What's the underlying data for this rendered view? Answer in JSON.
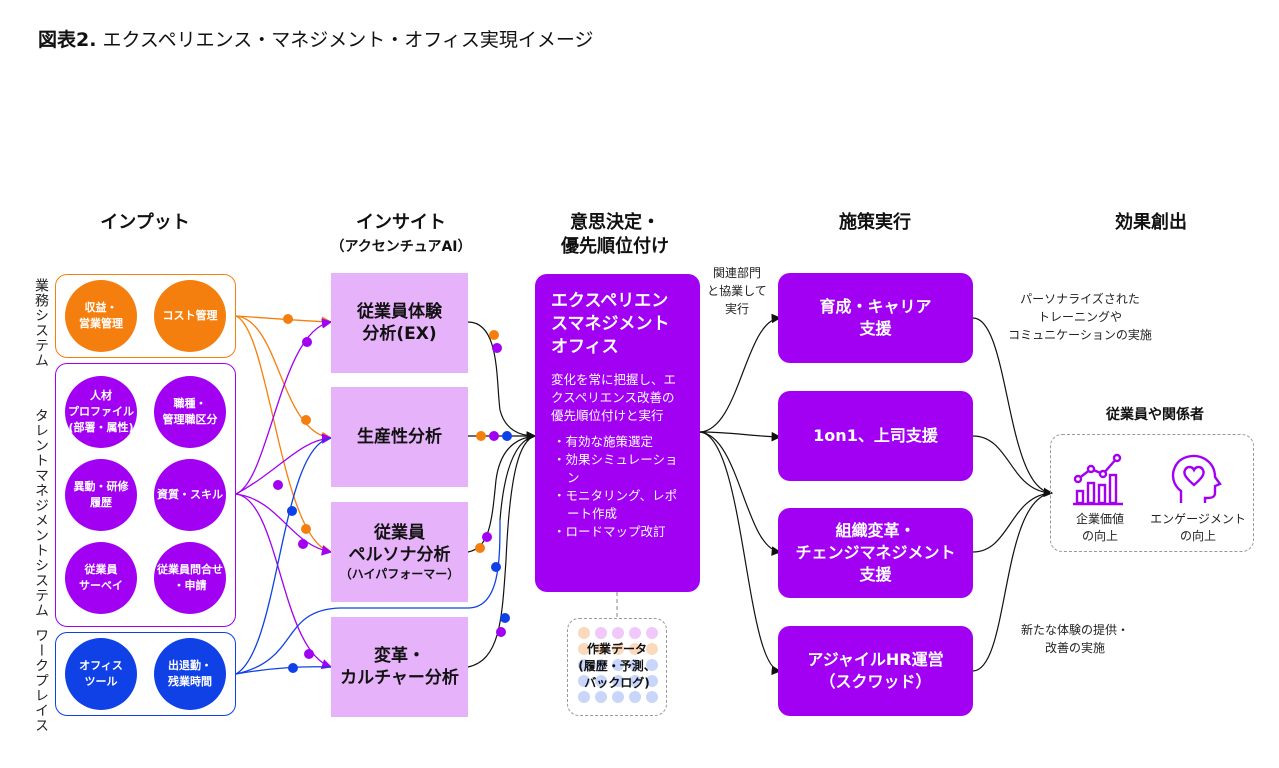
{
  "title": {
    "prefix": "図表2.",
    "text": "エクスペリエンス・マネジメント・オフィス実現イメージ"
  },
  "columns": {
    "input": "インプット",
    "insight": "インサイト",
    "insight_sub": "（アクセンチュアAI）",
    "decision_line1": "意思決定・",
    "decision_line2": "優先順位付け",
    "execution": "施策実行",
    "effect": "効果創出"
  },
  "input_groups": [
    {
      "label": "業務システム",
      "color": "#f57f0e",
      "items": [
        [
          "収益・",
          "営業管理"
        ],
        [
          "コスト管理"
        ]
      ]
    },
    {
      "label": "タレントマネジメントシステム",
      "color": "#a100f2",
      "items": [
        [
          "人材",
          "プロファイル",
          "(部署・属性)"
        ],
        [
          "職種・",
          "管理職区分"
        ],
        [
          "異動・研修",
          "履歴"
        ],
        [
          "資質・スキル"
        ],
        [
          "従業員",
          "サーベイ"
        ],
        [
          "従業員問合せ",
          "・申請"
        ]
      ]
    },
    {
      "label": "ワークプレイス",
      "color": "#0f41e6",
      "items": [
        [
          "オフィス",
          "ツール"
        ],
        [
          "出退勤・",
          "残業時間"
        ]
      ]
    }
  ],
  "insights": [
    {
      "lines": [
        "従業員体験",
        "分析(EX)"
      ],
      "sub": ""
    },
    {
      "lines": [
        "生産性分析"
      ],
      "sub": ""
    },
    {
      "lines": [
        "従業員",
        "ペルソナ分析"
      ],
      "sub": "（ハイパフォーマー）"
    },
    {
      "lines": [
        "変革・",
        "カルチャー分析"
      ],
      "sub": ""
    }
  ],
  "office": {
    "title_lines": [
      "エクスペリエン",
      "スマネジメント",
      "オフィス"
    ],
    "description": "変化を常に把握し、エクスペリエンス改善の優先順位付けと実行",
    "bullets": [
      "有効な施策選定",
      "効果シミュレーション",
      "モニタリング、レポート作成",
      "ロードマップ改訂"
    ]
  },
  "work_data": {
    "lines": [
      "作業データ",
      "(履歴・予測、",
      "バックログ)"
    ]
  },
  "collab_note": [
    "関連部門",
    "と協業して",
    "実行"
  ],
  "measures": [
    {
      "lines": [
        "育成・キャリア",
        "支援"
      ]
    },
    {
      "lines": [
        "1on1、上司支援"
      ]
    },
    {
      "lines": [
        "組織変革・",
        "チェンジマネジメント",
        "支援"
      ]
    },
    {
      "lines": [
        "アジャイルHR運営",
        "（スクワッド）"
      ]
    }
  ],
  "effect_notes": {
    "top": [
      "パーソナライズされた",
      "トレーニングや",
      "コミュニケーションの実施"
    ],
    "bottom": [
      "新たな体験の提供・",
      "改善の実施"
    ]
  },
  "stakeholders": {
    "title": "従業員や関係者",
    "items": [
      {
        "icon": "chart-growth-icon",
        "lines": [
          "企業価値",
          "の向上"
        ]
      },
      {
        "icon": "head-heart-icon",
        "lines": [
          "エンゲージメント",
          "の向上"
        ]
      }
    ]
  },
  "colors": {
    "orange": "#f57f0e",
    "purple": "#a100f2",
    "blue": "#0f41e6",
    "insight_bg": "#e6b2fa"
  }
}
